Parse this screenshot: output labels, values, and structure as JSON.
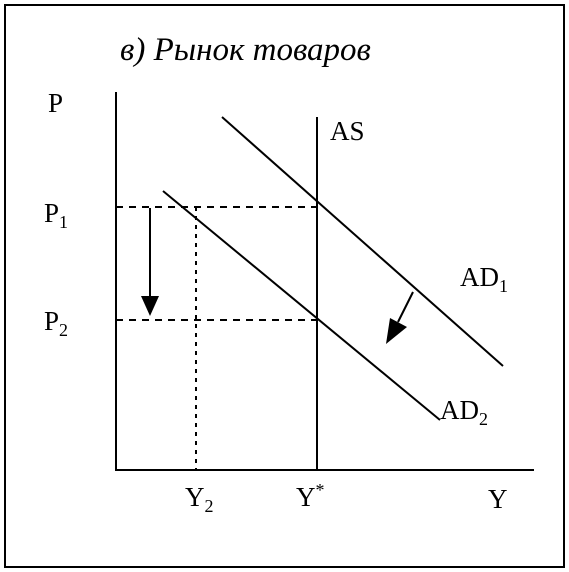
{
  "diagram": {
    "title": "в) Рынок товаров",
    "axes": {
      "y_label": "P",
      "x_label": "Y"
    },
    "price_levels": [
      {
        "main": "P",
        "sub": "1"
      },
      {
        "main": "P",
        "sub": "2"
      }
    ],
    "output_levels": [
      {
        "main": "Y",
        "sub": "2"
      },
      {
        "main": "Y",
        "sup": "*"
      }
    ],
    "curves": {
      "as": {
        "main": "AS"
      },
      "ad1": {
        "main": "AD",
        "sub": "1"
      },
      "ad2": {
        "main": "AD",
        "sub": "2"
      }
    },
    "colors": {
      "ink": "#000000",
      "background": "#ffffff"
    }
  }
}
